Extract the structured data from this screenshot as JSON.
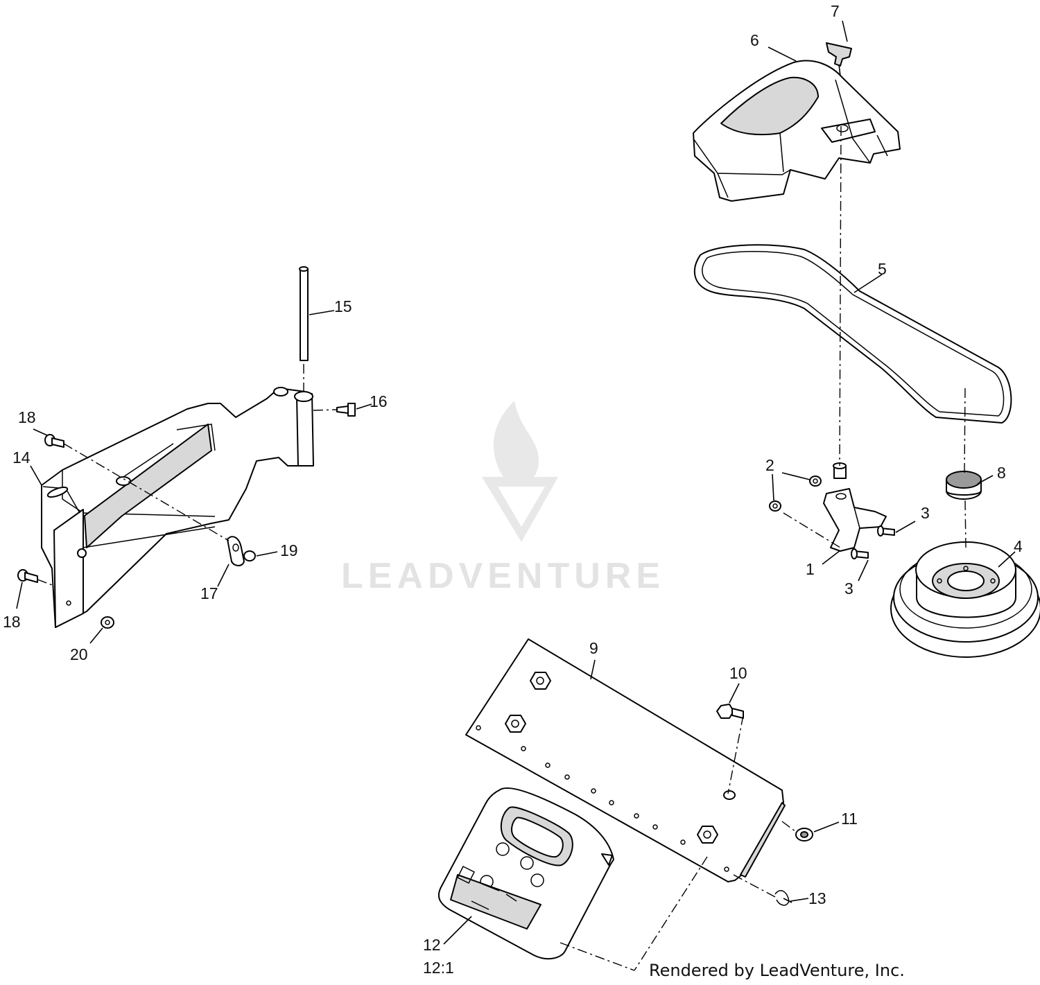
{
  "callouts": {
    "c1": "1",
    "c2": "2",
    "c3a": "3",
    "c3b": "3",
    "c4": "4",
    "c5": "5",
    "c6": "6",
    "c7": "7",
    "c8": "8",
    "c9": "9",
    "c10": "10",
    "c11": "11",
    "c12": "12",
    "c12scale": "12:1",
    "c13": "13",
    "c14": "14",
    "c15": "15",
    "c16": "16",
    "c17": "17",
    "c18a": "18",
    "c18b": "18",
    "c19": "19",
    "c20": "20"
  },
  "watermark": {
    "text": "LEADVENTURE",
    "icon": "leadventure-flame-logo"
  },
  "footer": {
    "credit": "Rendered by LeadVenture, Inc."
  }
}
